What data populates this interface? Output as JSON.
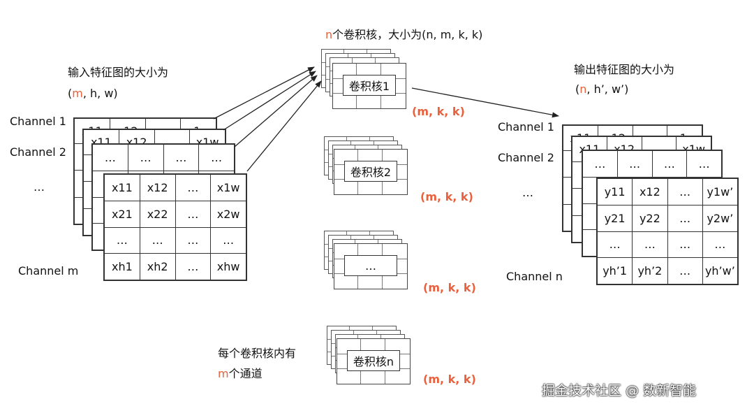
{
  "input": {
    "caption": "输入特征图的大小为",
    "shape_prefix": "(",
    "shape_dim": "m",
    "shape_rest": ", h, w)",
    "channels": [
      "Channel 1",
      "Channel 2",
      "…",
      "Channel m"
    ],
    "grid": [
      [
        "x11",
        "x12",
        "…",
        "x1w"
      ],
      [
        "x21",
        "x22",
        "…",
        "x2w"
      ],
      [
        "…",
        "…",
        "…",
        "…"
      ],
      [
        "xh1",
        "xh2",
        "…",
        "xhw"
      ]
    ],
    "back_row2": [
      "…",
      "…",
      "…",
      "…"
    ],
    "back_peek1": [
      "x11",
      "x12",
      "",
      "x1w"
    ],
    "back_peek2": [
      "x11",
      "x12",
      "",
      "x1w"
    ]
  },
  "kernels": {
    "title_dim": "n",
    "title_rest": "个卷积核，大小为(n, m, k, k)",
    "items": [
      {
        "label": "卷积核1",
        "shape": "(m, k, k)"
      },
      {
        "label": "卷积核2",
        "shape": "(m, k, k)"
      },
      {
        "label": "…",
        "shape": "(m, k, k)"
      },
      {
        "label": "卷积核n",
        "shape": "(m, k, k)"
      }
    ],
    "note_line1": "每个卷积核内有",
    "note_dim": "m",
    "note_rest": "个通道"
  },
  "output": {
    "caption": "输出特征图的大小为",
    "shape_prefix": "(",
    "shape_dim": "n",
    "shape_rest": ", h’, w’)",
    "channels": [
      "Channel 1",
      "Channel 2",
      "…",
      "Channel n"
    ],
    "grid": [
      [
        "y11",
        "x12",
        "…",
        "y1w’"
      ],
      [
        "y21",
        "y22",
        "…",
        "y2w’"
      ],
      [
        "…",
        "…",
        "…",
        "…"
      ],
      [
        "yh’1",
        "yh’2",
        "…",
        "yh’w’"
      ]
    ],
    "back_row2": [
      "…",
      "…",
      "…",
      "…"
    ],
    "back_peek1": [
      "x11",
      "x12",
      "",
      "x1w"
    ],
    "back_peek2": [
      "x11",
      "x12",
      "",
      "x1w"
    ]
  },
  "watermark": "掘金技术社区 @ 数新智能",
  "colors": {
    "accent": "#e8603c",
    "line": "#333333"
  }
}
